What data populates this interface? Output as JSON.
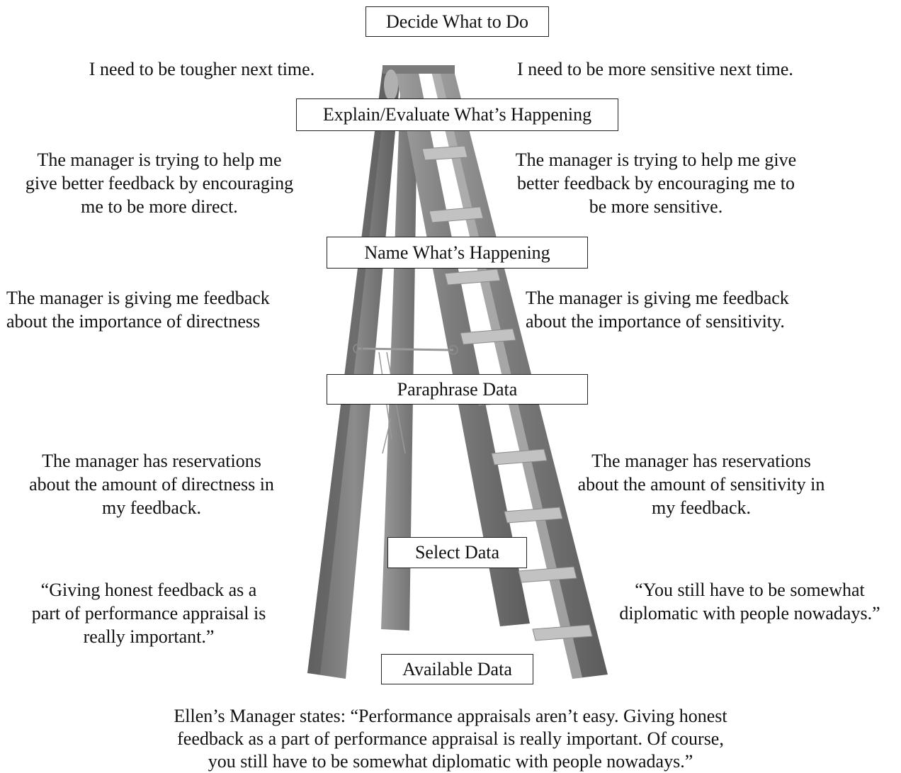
{
  "levels": {
    "decide": {
      "label": "Decide What to Do",
      "left": [
        "I need to be tougher next time."
      ],
      "right": [
        "I need to be more sensitive next time."
      ]
    },
    "explain": {
      "label": "Explain/Evaluate What’s Happening",
      "left": [
        "The manager is trying to help me",
        "give better feedback by encouraging",
        "me to be more direct."
      ],
      "right": [
        "The manager is trying to help me give",
        "better feedback by encouraging me to",
        "be more sensitive."
      ]
    },
    "name": {
      "label": "Name What’s Happening",
      "left": [
        "The manager is giving me feedback",
        "about the importance of directness"
      ],
      "right": [
        "The manager is giving me feedback",
        "about the importance of sensitivity."
      ]
    },
    "paraphrase": {
      "label": "Paraphrase Data",
      "left": [
        "The manager has reservations",
        "about the amount of directness in",
        "my feedback."
      ],
      "right": [
        "The manager has reservations",
        "about the amount of sensitivity in",
        "my feedback."
      ]
    },
    "select": {
      "label": "Select Data",
      "left": [
        "“Giving honest feedback as a",
        "part of performance appraisal is",
        "really important.”"
      ],
      "right": [
        "“You still have to be somewhat",
        "diplomatic with people nowadays.”"
      ]
    },
    "available": {
      "label": "Available Data"
    }
  },
  "bottom_quote": [
    "Ellen’s Manager states: “Performance appraisals aren’t easy.  Giving honest",
    "feedback as a part of performance appraisal is really important.  Of course,",
    "you still have to be somewhat diplomatic with people nowadays.”"
  ],
  "colors": {
    "ladder_dark": "#5f5f5f",
    "ladder_mid": "#8a8a8a",
    "ladder_light": "#b5b5b5",
    "box_border": "#222222"
  }
}
